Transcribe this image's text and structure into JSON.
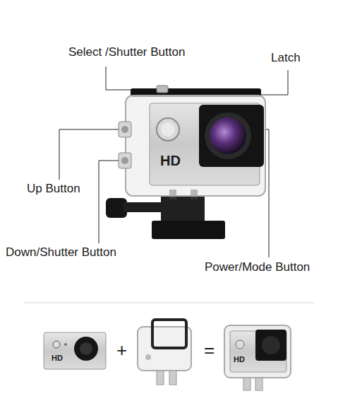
{
  "diagram": {
    "labels": [
      "Select /Shutter Button",
      "Latch",
      "HD",
      "Up Button",
      "Down/Shutter Button",
      "Power/Mode Button",
      "HD",
      "+",
      "=",
      "HD"
    ]
  }
}
